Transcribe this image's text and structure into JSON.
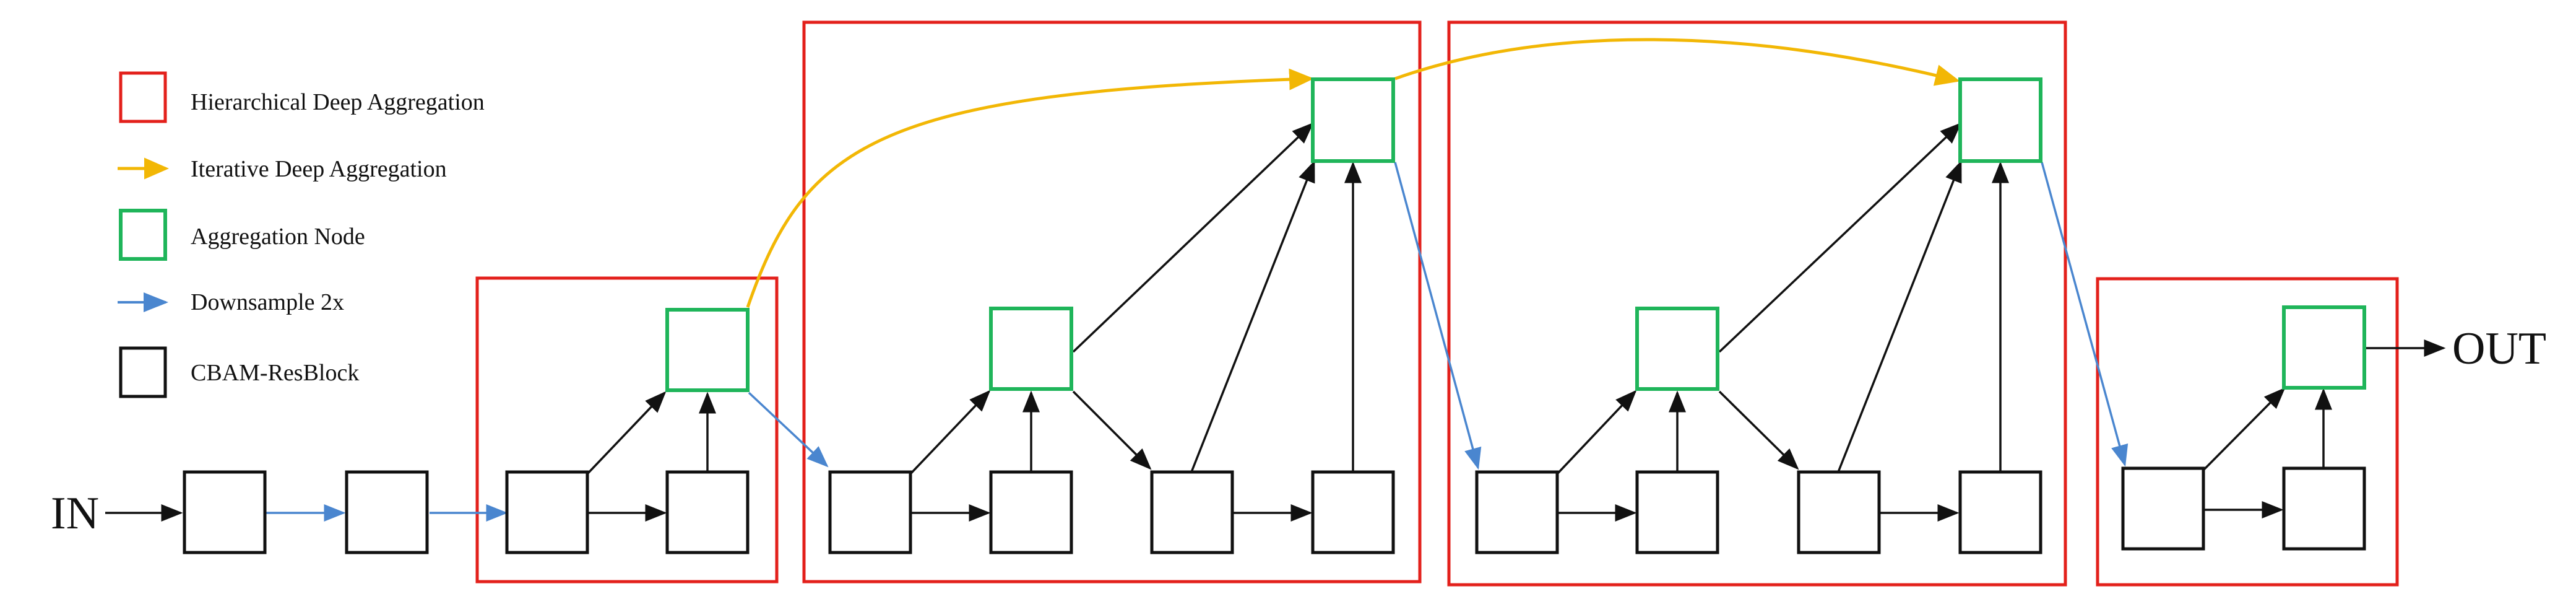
{
  "legend": {
    "hda": "Hierarchical Deep Aggregation",
    "ida": "Iterative Deep Aggregation",
    "agg_node": "Aggregation Node",
    "downsample": "Downsample 2x",
    "block": "CBAM-ResBlock"
  },
  "io": {
    "input": "IN",
    "output": "OUT"
  },
  "colors": {
    "hda": "#e3201b",
    "ida": "#f2b705",
    "agg_node": "#1fb55a",
    "downsample": "#4a86cf",
    "block": "#111111"
  }
}
